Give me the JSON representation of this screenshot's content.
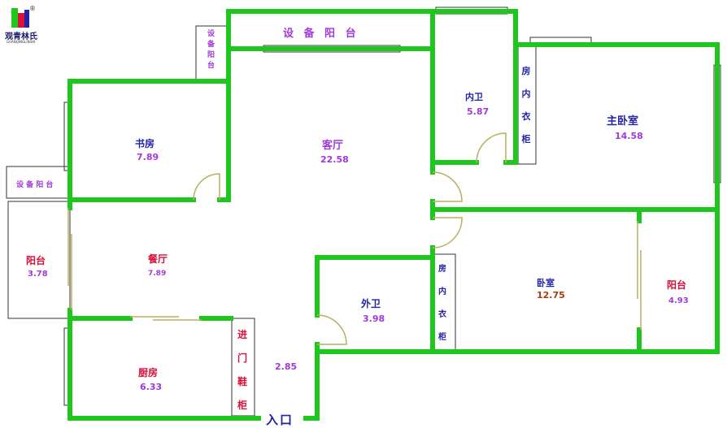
{
  "logo": {
    "name": "观青林氏",
    "sub": "GUANQINGLINSHI",
    "mark": "®"
  },
  "rooms": {
    "equip_balcony_top": {
      "name": "设 备 阳 台"
    },
    "equip_balcony_left_strip": {
      "name": "设备阳台"
    },
    "equip_balcony_left": {
      "name": "设 备 阳 台"
    },
    "study": {
      "name": "书房",
      "area": "7.89"
    },
    "living": {
      "name": "客厅",
      "area": "22.58"
    },
    "inner_bath": {
      "name": "内卫",
      "area": "5.87"
    },
    "master": {
      "name": "主卧室",
      "area": "14.58"
    },
    "wardrobe_master": {
      "name": "房内衣柜"
    },
    "balcony_left": {
      "name": "阳台",
      "area": "3.78"
    },
    "dining": {
      "name": "餐厅",
      "area": "7.89"
    },
    "outer_bath": {
      "name": "外卫",
      "area": "3.98"
    },
    "wardrobe_bed": {
      "name": "房内衣柜"
    },
    "bedroom": {
      "name": "卧室",
      "area": "12.75"
    },
    "balcony_right": {
      "name": "阳台",
      "area": "4.93"
    },
    "kitchen": {
      "name": "厨房",
      "area": "6.33"
    },
    "shoe_cabinet": {
      "name": "进门鞋柜"
    },
    "entry": {
      "area": "2.85"
    }
  },
  "entrance": {
    "label": "入口"
  },
  "colors": {
    "wall": "#1ec71e",
    "name_blue": "#2323a8",
    "name_red": "#d8103a",
    "area_purple": "#a03ad8",
    "area_brown": "#a83a10",
    "door": "#b8b060"
  }
}
